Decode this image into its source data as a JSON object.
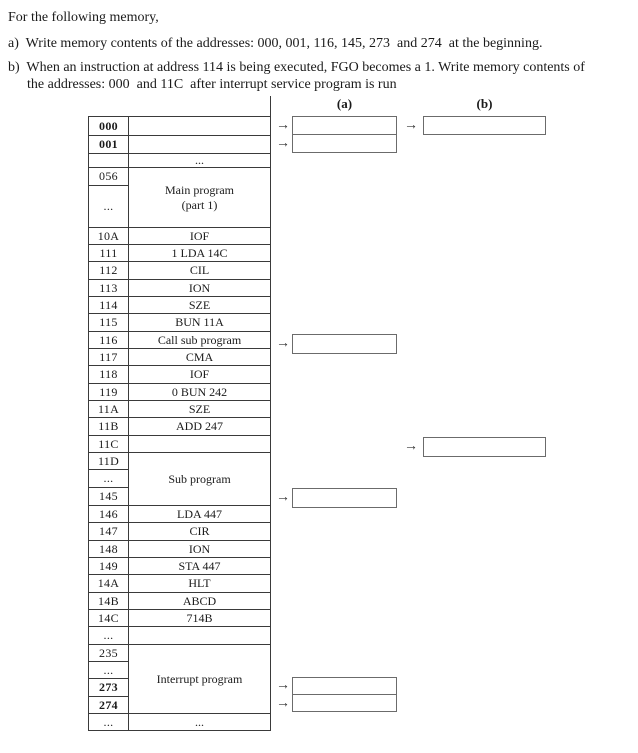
{
  "question": {
    "intro": "For the following memory,",
    "part_a": "a)  Write memory contents of the addresses: 000, 001, 116, 145, 273  and 274  at the beginning.",
    "part_b_line1": "b)  When an instruction at address 114 is being executed, FGO becomes a 1. Write memory contents of",
    "part_b_line2": "the addresses: 000  and 11C  after interrupt service program is run"
  },
  "answer_columns": {
    "a_label": "(a)",
    "b_label": "(b)"
  },
  "arrow_glyph": "→",
  "memory_table": {
    "span_labels": {
      "main_program_line1": "Main program",
      "main_program_line2": "(part 1)",
      "sub_program": "Sub program",
      "interrupt_program": "Interrupt program"
    },
    "rows": [
      {
        "addr": "000",
        "content": ""
      },
      {
        "addr": "001",
        "content": ""
      },
      {
        "addr": "",
        "content": "..."
      },
      {
        "addr": "056",
        "content": ""
      },
      {
        "addr": "...",
        "content": ""
      },
      {
        "addr": "10A",
        "content": "IOF"
      },
      {
        "addr": "111",
        "content": "1 LDA 14C"
      },
      {
        "addr": "112",
        "content": "CIL"
      },
      {
        "addr": "113",
        "content": "ION"
      },
      {
        "addr": "114",
        "content": "SZE"
      },
      {
        "addr": "115",
        "content": "BUN 11A"
      },
      {
        "addr": "116",
        "content": "Call sub program"
      },
      {
        "addr": "117",
        "content": "CMA"
      },
      {
        "addr": "118",
        "content": "IOF"
      },
      {
        "addr": "119",
        "content": "0 BUN 242"
      },
      {
        "addr": "11A",
        "content": "SZE"
      },
      {
        "addr": "11B",
        "content": "ADD 247"
      },
      {
        "addr": "11C",
        "content": ""
      },
      {
        "addr": "11D",
        "content": ""
      },
      {
        "addr": "...",
        "content": ""
      },
      {
        "addr": "145",
        "content": ""
      },
      {
        "addr": "146",
        "content": "LDA 447"
      },
      {
        "addr": "147",
        "content": "CIR"
      },
      {
        "addr": "148",
        "content": "ION"
      },
      {
        "addr": "149",
        "content": "STA 447"
      },
      {
        "addr": "14A",
        "content": "HLT"
      },
      {
        "addr": "14B",
        "content": "ABCD"
      },
      {
        "addr": "14C",
        "content": "714B"
      },
      {
        "addr": "...",
        "content": ""
      },
      {
        "addr": "235",
        "content": ""
      },
      {
        "addr": "...",
        "content": ""
      },
      {
        "addr": "273",
        "content": ""
      },
      {
        "addr": "274",
        "content": ""
      },
      {
        "addr": "...",
        "content": "..."
      }
    ]
  }
}
